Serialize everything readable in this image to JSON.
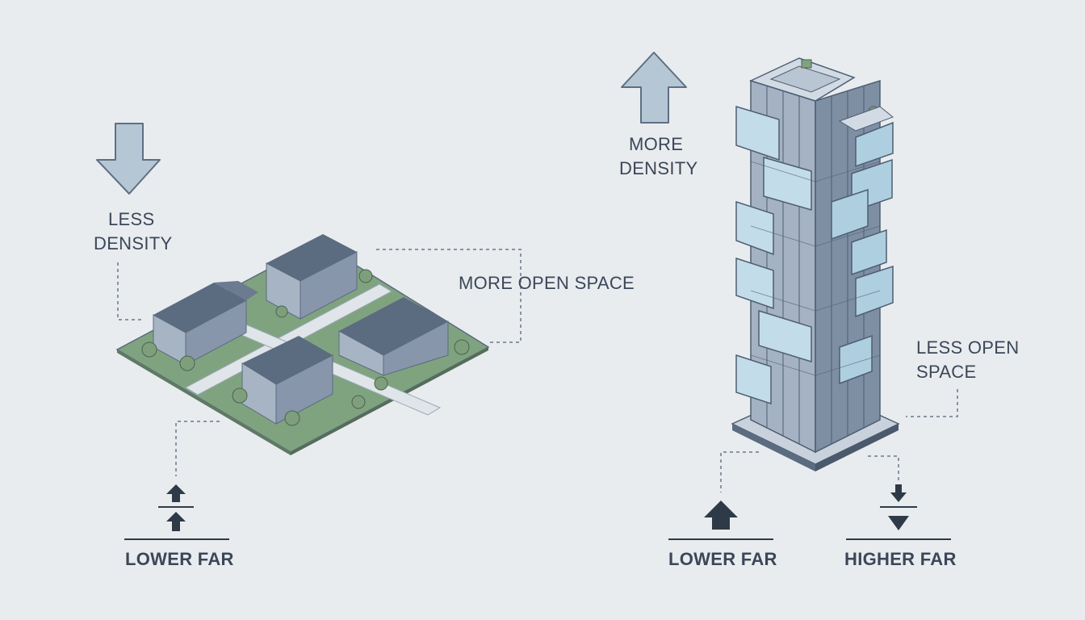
{
  "left_panel": {
    "density_label_line1": "LESS",
    "density_label_line2": "DENSITY",
    "open_space_label": "MORE OPEN SPACE",
    "far_label": "LOWER FAR"
  },
  "right_panel": {
    "density_label_line1": "MORE",
    "density_label_line2": "DENSITY",
    "open_space_label_line1": "LESS OPEN",
    "open_space_label_line2": "SPACE",
    "far_label_left": "LOWER FAR",
    "far_label_right": "HIGHER FAR"
  },
  "colors": {
    "background": "#e9ecef",
    "arrow_fill": "#aebfcd",
    "arrow_stroke": "#5d6f82",
    "grass": "#7fa37f",
    "building_light": "#a7b4c4",
    "building_dark": "#6f7f94",
    "roof": "#5b6b80",
    "glass": "#c9e0ec",
    "text": "#3b4758"
  }
}
